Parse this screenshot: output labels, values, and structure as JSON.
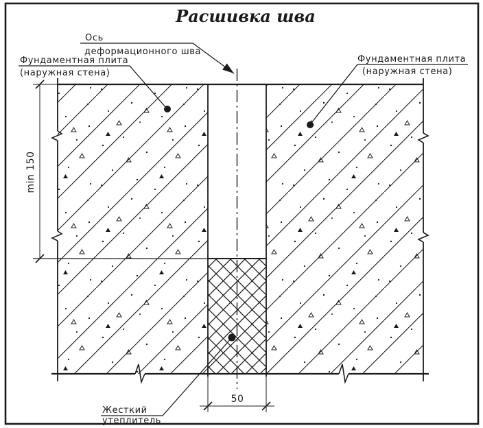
{
  "title": "Расшивка шва",
  "labels": {
    "axis_line1": "Ось",
    "axis_line2": "деформационного шва",
    "left_plate_line1": "Фундаментная плита",
    "left_plate_line2": "(наружная стена)",
    "right_plate_line1": "Фундаментная плита",
    "right_plate_line2": "(наружная стена)",
    "insulation_line1": "Жесткий",
    "insulation_line2": "утеплитель"
  },
  "dimensions": {
    "joint_depth": "min 150",
    "joint_width": "50"
  },
  "colors": {
    "ink": "#1b1b1b",
    "paper": "#ffffff"
  }
}
